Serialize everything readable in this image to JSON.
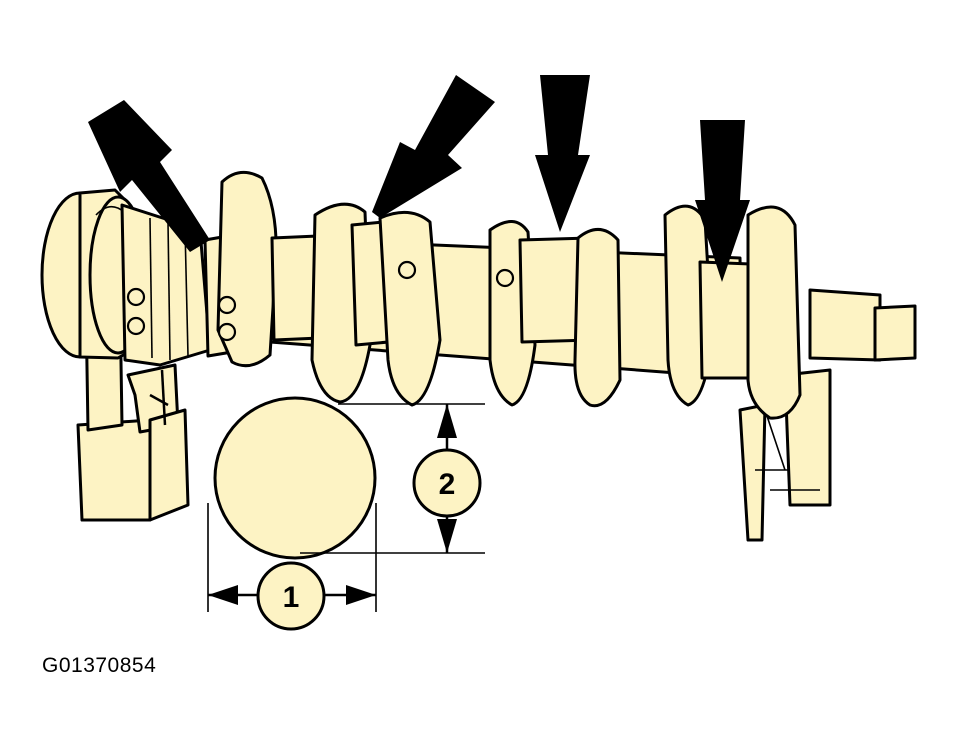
{
  "figure_id": "G01370854",
  "callouts": [
    {
      "label": "1"
    },
    {
      "label": "2"
    }
  ],
  "colors": {
    "part_fill": "#fdf3c4",
    "outline": "#000000",
    "background": "#ffffff"
  },
  "icons": [
    "indicator-arrow",
    "dimension-arrow"
  ]
}
